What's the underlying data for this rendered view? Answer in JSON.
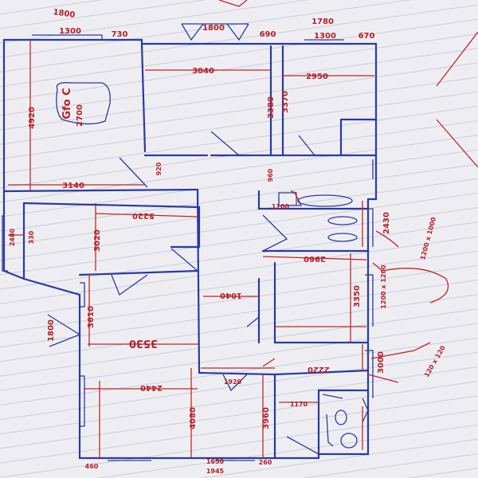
{
  "room_notes": {
    "room_label": "Gfo C",
    "room_area": "2700",
    "window_size": "1200 x 1000",
    "door_size": "1200 x 1200",
    "misc_size": "120 x 120",
    "size_a": "1800",
    "size_b": "1780"
  },
  "dimensions": {
    "top_1300": "1300",
    "top_730": "730",
    "top_690": "690",
    "top_1300b": "1300",
    "top_670": "670",
    "d3040": "3040",
    "d2950": "2950",
    "d4920": "4920",
    "d3380": "3380",
    "d3370": "3370",
    "d3140": "3140",
    "d5220": "5220",
    "d3020": "3020",
    "d2480": "2480",
    "d330": "330",
    "d2960": "2960",
    "d3350": "3350",
    "d1040": "1040",
    "d3610": "3610",
    "d1800": "1800",
    "d3530": "3530",
    "d2440": "2440",
    "d2220": "2220",
    "d4080": "4080",
    "d3960": "3960",
    "d1650": "1650",
    "d1945": "1945",
    "d3000": "3000",
    "d2430": "2430",
    "d960": "960",
    "d460": "460",
    "d260": "260",
    "d1100": "1100",
    "d1170": "1170",
    "d920": "920",
    "d1920": "1920"
  }
}
